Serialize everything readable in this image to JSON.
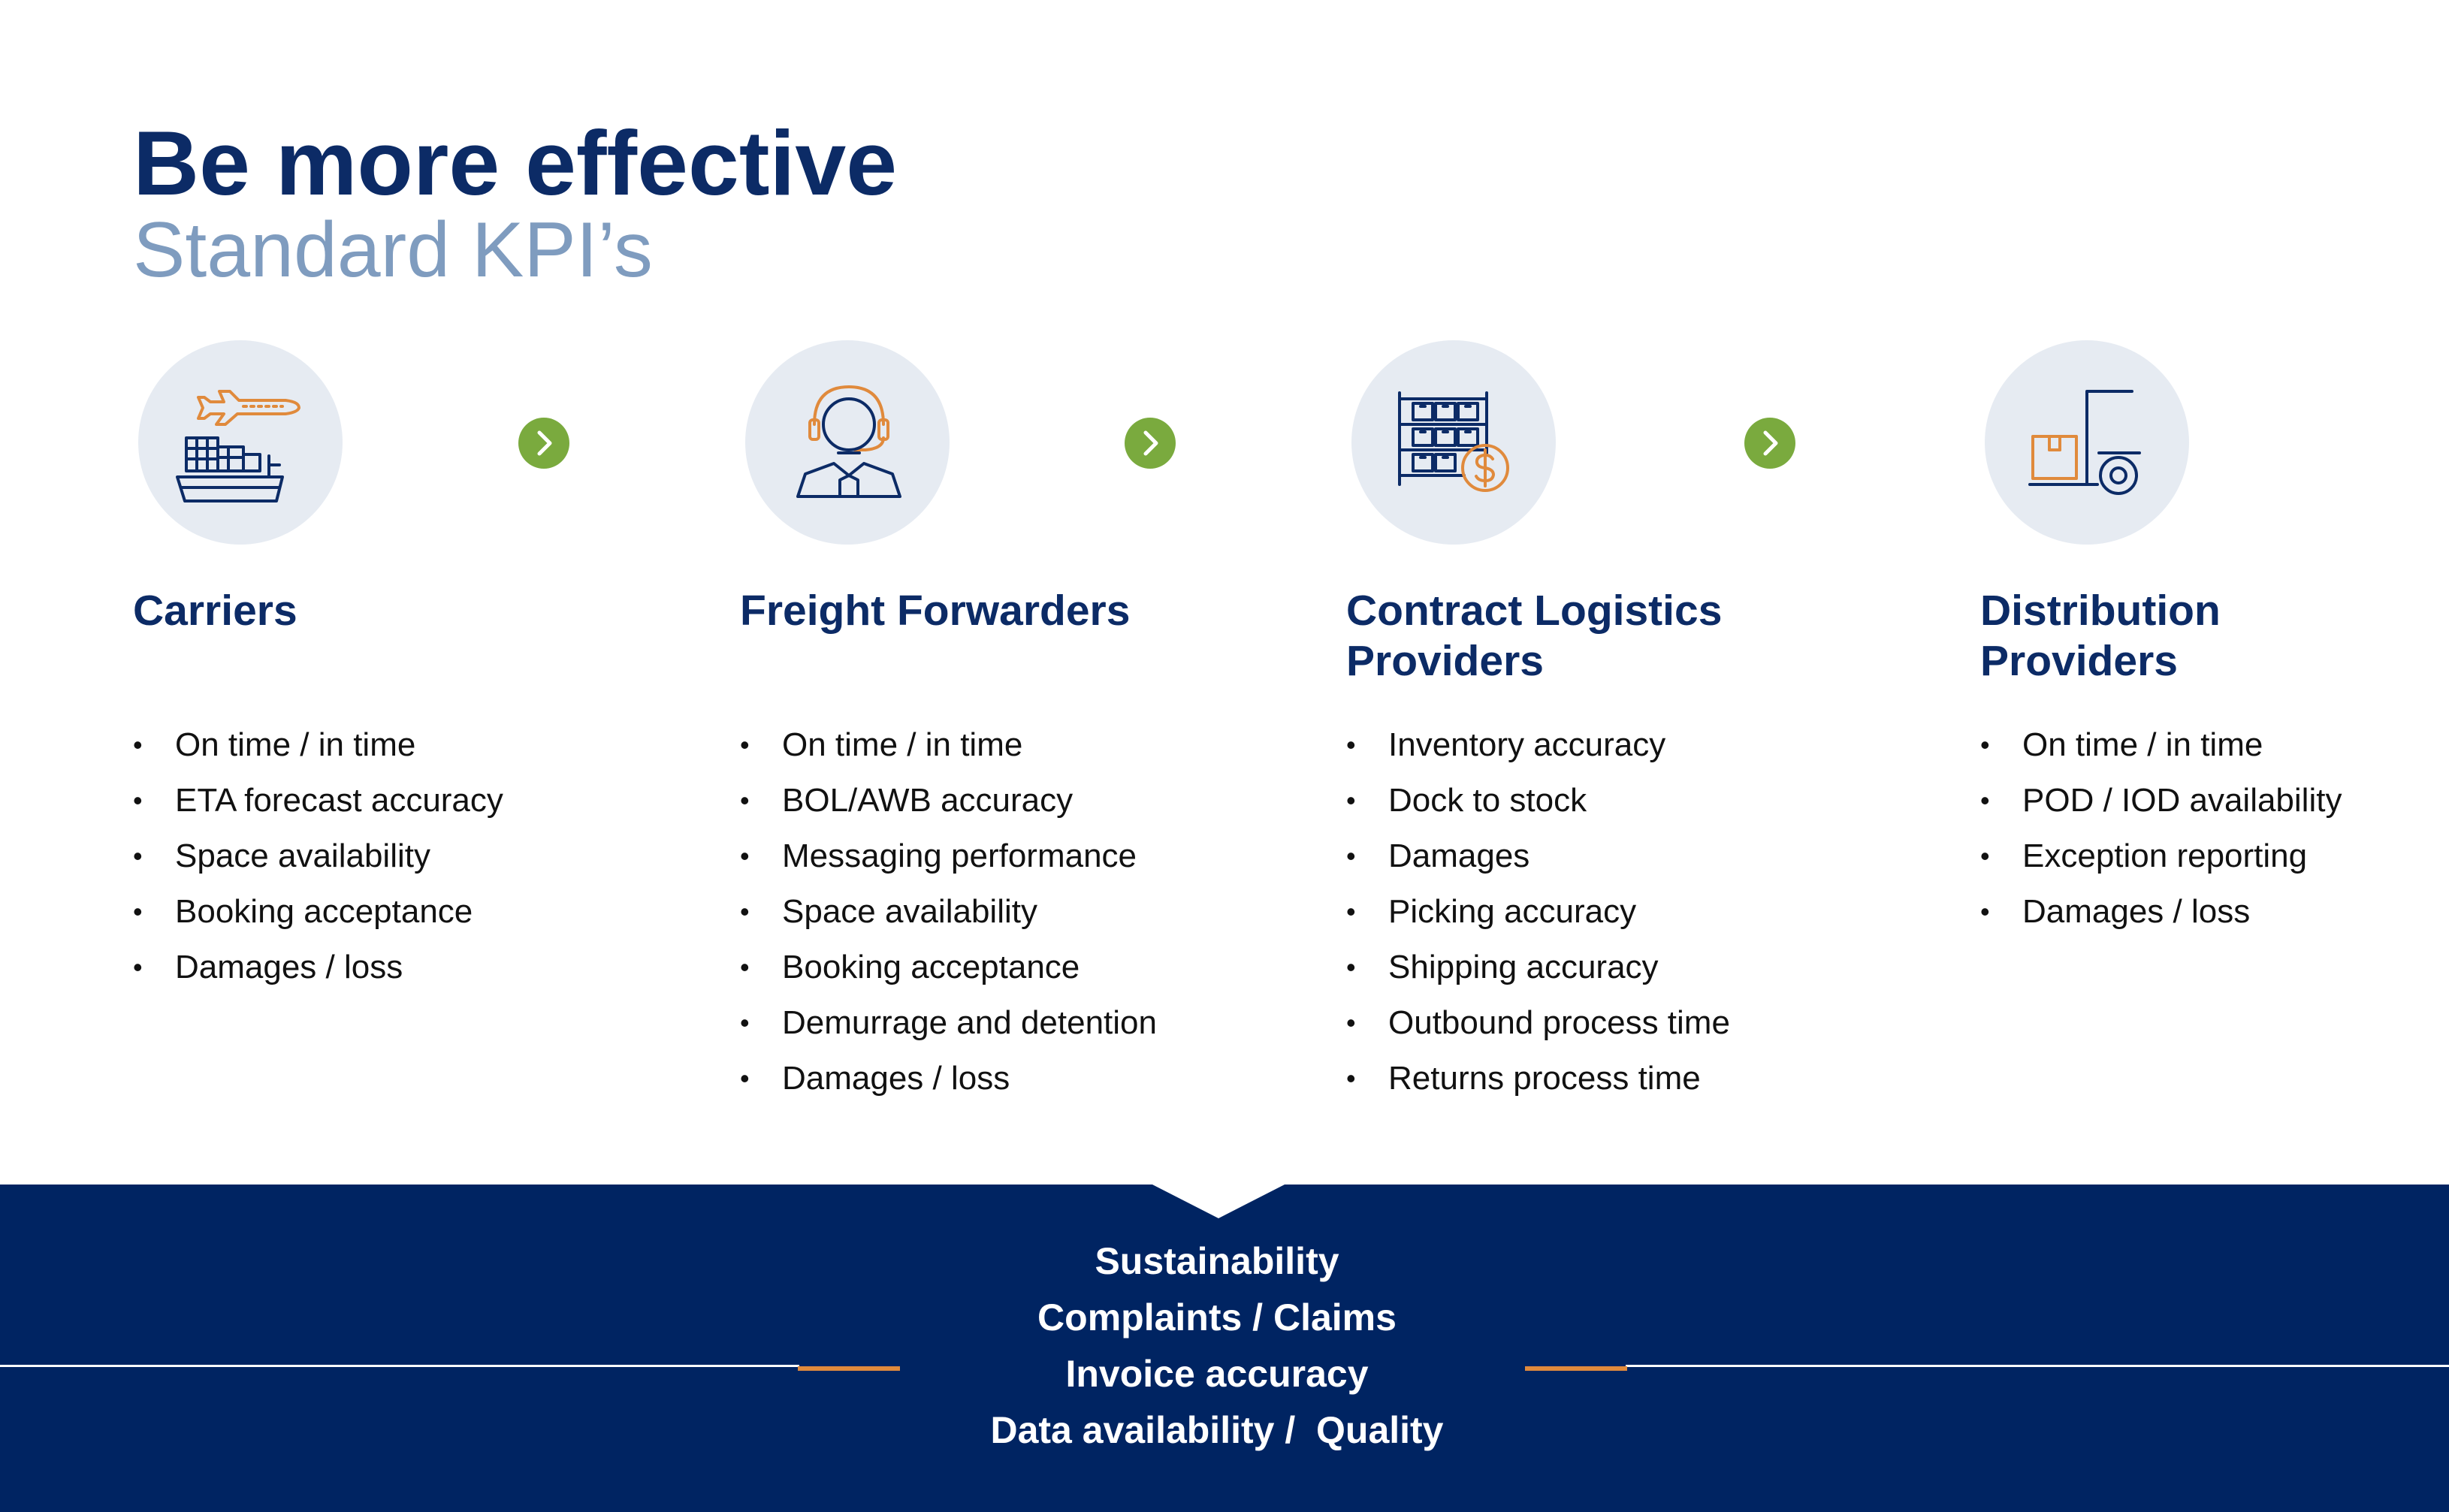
{
  "header": {
    "title": "Be more effective",
    "subtitle": "Standard KPI’s"
  },
  "columns": [
    {
      "icon": "ship-airplane-icon",
      "title_lines": [
        "Carriers"
      ],
      "kpis": [
        "On time / in time",
        "ETA forecast accuracy",
        "Space availability",
        "Booking acceptance",
        "Damages / loss"
      ]
    },
    {
      "icon": "headset-person-icon",
      "title_lines": [
        "Freight Forwarders"
      ],
      "kpis": [
        "On time / in time",
        "BOL/AWB accuracy",
        "Messaging performance",
        "Space availability",
        "Booking acceptance",
        "Demurrage and detention",
        "Damages / loss"
      ]
    },
    {
      "icon": "warehouse-shelf-dollar-icon",
      "title_lines": [
        "Contract Logistics",
        "Providers"
      ],
      "kpis": [
        "Inventory accuracy",
        "Dock to stock",
        "Damages",
        "Picking accuracy",
        "Shipping accuracy",
        "Outbound process time",
        "Returns process time"
      ]
    },
    {
      "icon": "forklift-box-icon",
      "title_lines": [
        "Distribution",
        "Providers"
      ],
      "kpis": [
        "On time / in time",
        "POD / IOD availability",
        "Exception reporting",
        "Damages / loss"
      ]
    }
  ],
  "arrows": [
    "chevron-right-icon",
    "chevron-right-icon",
    "chevron-right-icon"
  ],
  "footer": {
    "items": [
      "Sustainability",
      "Complaints / Claims",
      "Invoice accuracy",
      "Data availability /  Quality"
    ]
  },
  "colors": {
    "navy": "#0c2b66",
    "footer_navy": "#002462",
    "subtitle_blue": "#7f9cbf",
    "icon_circle": "#e6ebf2",
    "arrow_green": "#7aaa3e",
    "icon_orange": "#e08a3c"
  }
}
